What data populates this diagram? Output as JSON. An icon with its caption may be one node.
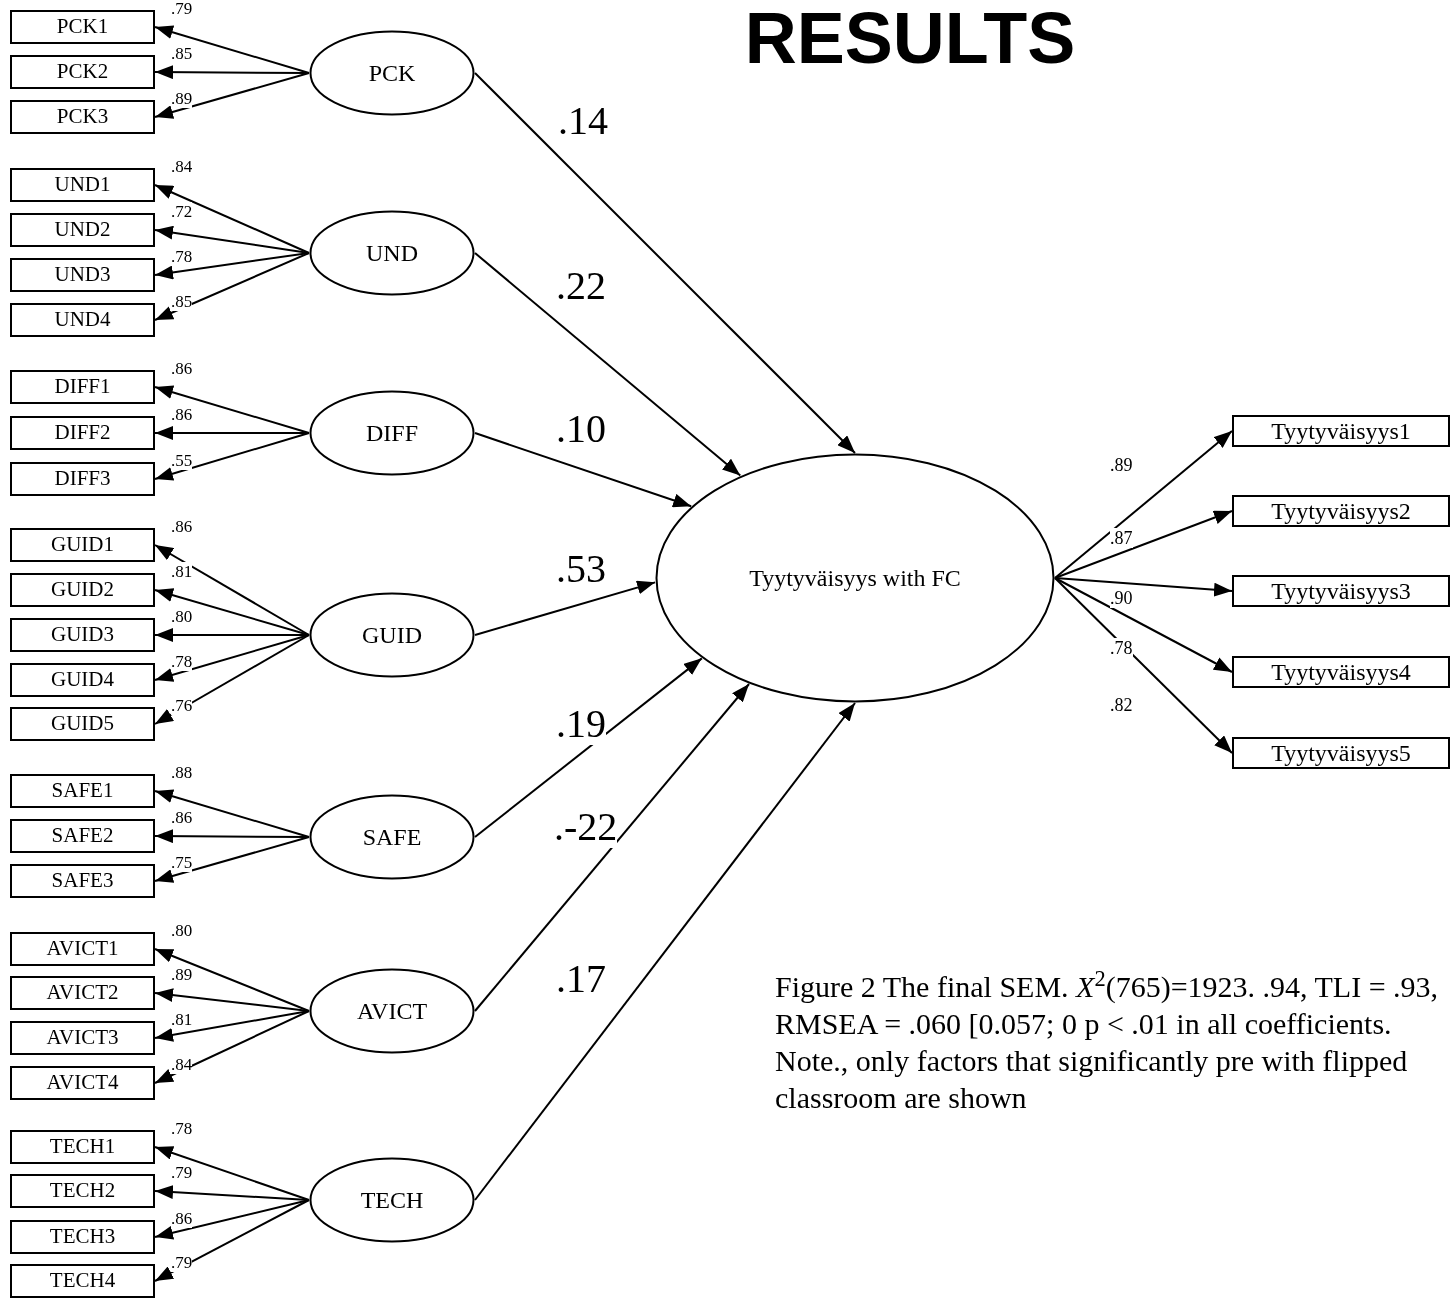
{
  "diagram": {
    "title": "RESULTS",
    "caption": "Figure 2 The final SEM. *X*$^{2}$(765)=1923. .94, TLI = .93, RMSEA = .060 [0.057; 0 p < .01 in all coefficients. Note., only factors that significantly pre with flipped classroom are shown",
    "nodes": [
      {
        "text": [
          "PCK1"
        ]
      },
      {
        "text": [
          "PCK2"
        ]
      },
      {
        "text": [
          "PCK3"
        ]
      },
      {
        "text": [
          "PCK"
        ]
      },
      {
        "text": [
          "UND1"
        ]
      },
      {
        "text": [
          "UND2"
        ]
      },
      {
        "text": [
          "UND3"
        ]
      },
      {
        "text": [
          "UND4"
        ]
      },
      {
        "text": [
          "UND"
        ]
      },
      {
        "text": [
          "DIFF1"
        ]
      },
      {
        "text": [
          "DIFF2"
        ]
      },
      {
        "text": [
          "DIFF3"
        ]
      },
      {
        "text": [
          "DIFF"
        ]
      },
      {
        "text": [
          "GUID1"
        ]
      },
      {
        "text": [
          "GUID2"
        ]
      },
      {
        "text": [
          "GUID3"
        ]
      },
      {
        "text": [
          "GUID4"
        ]
      },
      {
        "text": [
          "GUID5"
        ]
      },
      {
        "text": [
          "GUID"
        ]
      },
      {
        "text": [
          "SAFE1"
        ]
      },
      {
        "text": [
          "SAFE2"
        ]
      },
      {
        "text": [
          "SAFE3"
        ]
      },
      {
        "text": [
          "SAFE"
        ]
      },
      {
        "text": [
          "AVICT1"
        ]
      },
      {
        "text": [
          "AVICT2"
        ]
      },
      {
        "text": [
          "AVICT3"
        ]
      },
      {
        "text": [
          "AVICT4"
        ]
      },
      {
        "text": [
          "AVICT"
        ]
      },
      {
        "text": [
          "TECH1"
        ]
      },
      {
        "text": [
          "TECH2"
        ]
      },
      {
        "text": [
          "TECH3"
        ]
      },
      {
        "text": [
          "TECH4"
        ]
      },
      {
        "text": [
          "TECH"
        ]
      },
      {
        "text": [
          "Tyytyväisyys with FC"
        ]
      },
      {
        "text": [
          "Tyytyväisyys1"
        ]
      },
      {
        "text": [
          "Tyytyväisyys2"
        ]
      },
      {
        "text": [
          "Tyytyväisyys3"
        ]
      },
      {
        "text": [
          "Tyytyväisyys4"
        ]
      },
      {
        "text": [
          "Tyytyväisyys5"
        ]
      }
    ],
    "edges": [
      {
        "from": 3,
        "to": 0,
        "arrow": "to",
        "label": ".79"
      },
      {
        "from": 3,
        "to": 1,
        "arrow": "to",
        "label": ".85"
      },
      {
        "from": 3,
        "to": 2,
        "arrow": "to",
        "label": ".89"
      },
      {
        "from": 8,
        "to": 4,
        "arrow": "to",
        "label": ".84"
      },
      {
        "from": 8,
        "to": 5,
        "arrow": "to",
        "label": ".72"
      },
      {
        "from": 8,
        "to": 6,
        "arrow": "to",
        "label": ".78"
      },
      {
        "from": 8,
        "to": 7,
        "arrow": "to",
        "label": ".85"
      },
      {
        "from": 12,
        "to": 9,
        "arrow": "to",
        "label": ".86"
      },
      {
        "from": 12,
        "to": 10,
        "arrow": "to",
        "label": ".86"
      },
      {
        "from": 12,
        "to": 11,
        "arrow": "to",
        "label": ".55"
      },
      {
        "from": 18,
        "to": 13,
        "arrow": "to",
        "label": ".86"
      },
      {
        "from": 18,
        "to": 14,
        "arrow": "to",
        "label": ".81"
      },
      {
        "from": 18,
        "to": 15,
        "arrow": "to",
        "label": ".80"
      },
      {
        "from": 18,
        "to": 16,
        "arrow": "to",
        "label": ".78"
      },
      {
        "from": 18,
        "to": 17,
        "arrow": "to",
        "label": ".76"
      },
      {
        "from": 22,
        "to": 19,
        "arrow": "to",
        "label": ".88"
      },
      {
        "from": 22,
        "to": 20,
        "arrow": "to",
        "label": ".86"
      },
      {
        "from": 22,
        "to": 21,
        "arrow": "to",
        "label": ".75"
      },
      {
        "from": 27,
        "to": 23,
        "arrow": "to",
        "label": ".80"
      },
      {
        "from": 27,
        "to": 24,
        "arrow": "to",
        "label": ".89"
      },
      {
        "from": 27,
        "to": 25,
        "arrow": "to",
        "label": ".81"
      },
      {
        "from": 27,
        "to": 26,
        "arrow": "to",
        "label": ".84"
      },
      {
        "from": 32,
        "to": 28,
        "arrow": "to",
        "label": ".78"
      },
      {
        "from": 32,
        "to": 29,
        "arrow": "to",
        "label": ".79"
      },
      {
        "from": 32,
        "to": 30,
        "arrow": "to",
        "label": ".86"
      },
      {
        "from": 32,
        "to": 31,
        "arrow": "to",
        "label": ".79"
      },
      {
        "from": 3,
        "to": 33,
        "arrow": "to",
        "label": ".14"
      },
      {
        "from": 8,
        "to": 33,
        "arrow": "to",
        "label": ".22"
      },
      {
        "from": 12,
        "to": 33,
        "arrow": "to",
        "label": ".10"
      },
      {
        "from": 18,
        "to": 33,
        "arrow": "to",
        "label": ".53"
      },
      {
        "from": 22,
        "to": 33,
        "arrow": "to",
        "label": ".19"
      },
      {
        "from": 27,
        "to": 33,
        "arrow": "to",
        "label": ".-22"
      },
      {
        "from": 32,
        "to": 33,
        "arrow": "to",
        "label": ".17"
      },
      {
        "from": 33,
        "to": 34,
        "arrow": "to",
        "label": ".89"
      },
      {
        "from": 33,
        "to": 35,
        "arrow": "to",
        "label": ".87"
      },
      {
        "from": 33,
        "to": 36,
        "arrow": "to",
        "label": ".90"
      },
      {
        "from": 33,
        "to": 37,
        "arrow": "to",
        "label": ".78"
      },
      {
        "from": 33,
        "to": 38,
        "arrow": "to",
        "label": ".82"
      }
    ]
  }
}
